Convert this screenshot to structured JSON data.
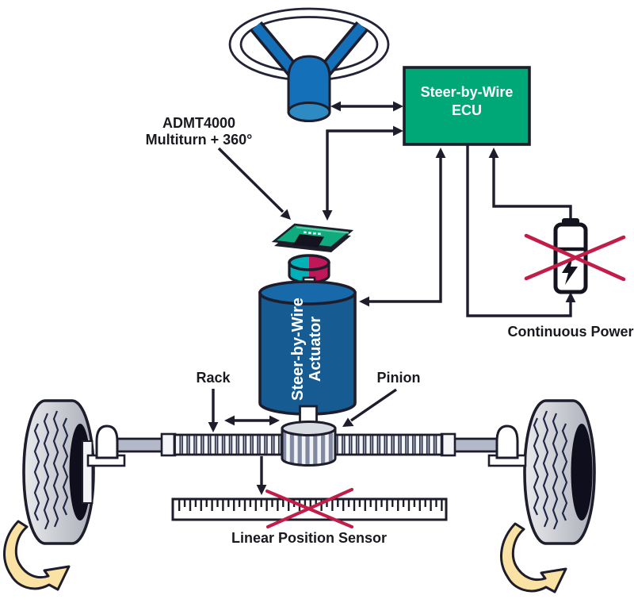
{
  "diagram": {
    "labels": {
      "admt_line1": "ADMT4000",
      "admt_line2": "Multiturn + 360°",
      "ecu_line1": "Steer-by-Wire",
      "ecu_line2": "ECU",
      "actuator_line1": "Steer-by-Wire",
      "actuator_line2": "Actuator",
      "rack": "Rack",
      "pinion": "Pinion",
      "linear_sensor": "Linear Position Sensor",
      "continuous_power": "Continuous Power"
    },
    "colors": {
      "brand_green": "#00a878",
      "pcb_green": "#0faa7e",
      "steering_blue": "#1470b8",
      "steering_blue_light": "#2e8ac2",
      "actuator_blue": "#175b93",
      "actuator_blue_top": "#1769a9",
      "magnet_teal": "#00b2b8",
      "magnet_crimson": "#bf1758",
      "cross_red": "#c21d49",
      "line_dark": "#1d1d2b",
      "rotation_arrow_yellow": "#f9e2a4"
    },
    "icons": {
      "steering_wheel": "steering-wheel-icon",
      "battery": "battery-icon",
      "lightning": "lightning-icon",
      "battery_cross": "battery-cross-icon",
      "sensor_cross": "sensor-cross-icon",
      "rotation_arrows": "rotation-arrow-icon"
    }
  }
}
